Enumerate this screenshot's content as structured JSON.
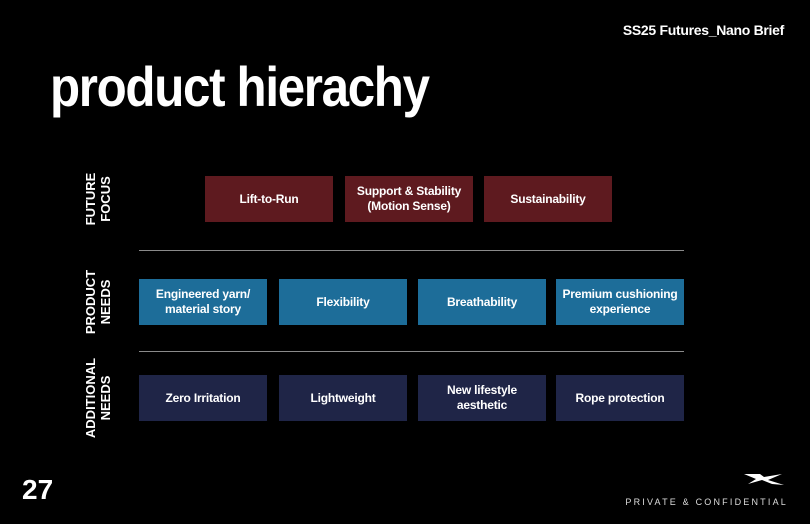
{
  "header": {
    "brief": "SS25 Futures_Nano Brief",
    "title": "product hierachy"
  },
  "rows": [
    {
      "label": [
        "FUTURE",
        "FOCUS"
      ],
      "items": [
        "Lift-to-Run",
        "Support & Stability\n(Motion Sense)",
        "Sustainability"
      ]
    },
    {
      "label": [
        "PRODUCT",
        "NEEDS"
      ],
      "items": [
        "Engineered yarn/\nmaterial story",
        "Flexibility",
        "Breathability",
        "Premium cushioning\nexperience"
      ]
    },
    {
      "label": [
        "ADDITIONAL",
        "NEEDS"
      ],
      "items": [
        "Zero Irritation",
        "Lightweight",
        "New lifestyle\naesthetic",
        "Rope protection"
      ]
    }
  ],
  "footer": {
    "page_number": "27",
    "confidential": "PRIVATE & CONFIDENTIAL"
  },
  "colors": {
    "future_focus": "#5e1a1f",
    "product_needs": "#1d6d99",
    "additional_needs": "#1f2547"
  }
}
